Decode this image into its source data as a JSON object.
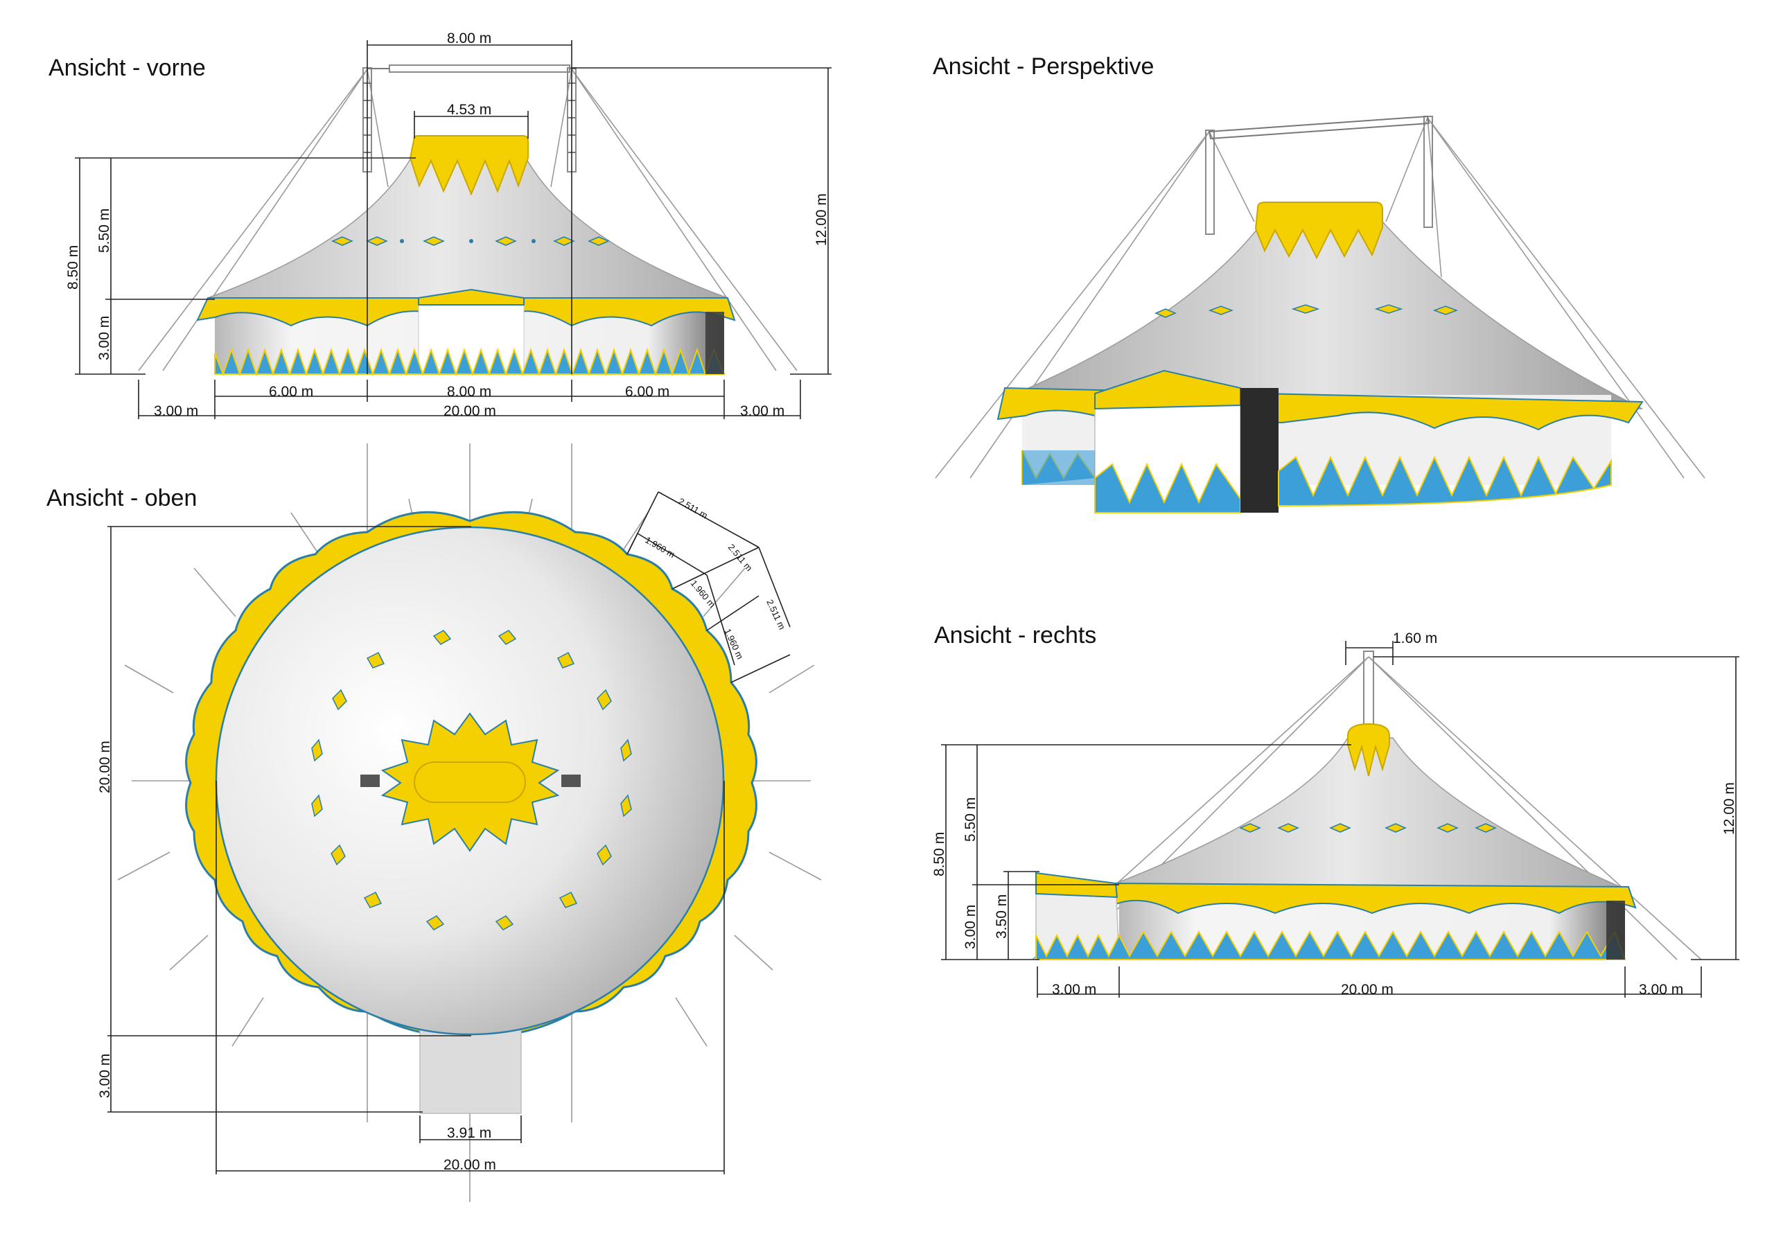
{
  "views": {
    "front": {
      "title": "Ansicht - vorne"
    },
    "perspective": {
      "title": "Ansicht - Perspektive"
    },
    "top": {
      "title": "Ansicht - oben"
    },
    "right": {
      "title": "Ansicht - rechts"
    }
  },
  "dimensions": {
    "front": {
      "mast_spacing": "8.00 m",
      "top_width": "4.53 m",
      "total_height": "8.50 m",
      "roof_height": "5.50 m",
      "wall_height": "3.00 m",
      "mast_height": "12.00 m",
      "left_span": "6.00 m",
      "center_span": "8.00 m",
      "right_span": "6.00 m",
      "left_anchor": "3.00 m",
      "diameter": "20.00 m",
      "right_anchor": "3.00 m"
    },
    "top": {
      "height": "20.00 m",
      "entrance_depth": "3.00 m",
      "entrance_width": "3.91 m",
      "width": "20.00 m",
      "scallop_a": "2.511 m",
      "scallop_b": "2.511 m",
      "scallop_c": "2.511 m",
      "panel_a": "1.960 m",
      "panel_b": "1.960 m",
      "panel_c": "1.960 m"
    },
    "right": {
      "mast_width": "1.60 m",
      "total_height": "8.50 m",
      "roof_height": "5.50 m",
      "wall_height": "3.00 m",
      "entrance_height": "3.50 m",
      "mast_height": "12.00 m",
      "entrance_depth": "3.00 m",
      "diameter": "20.00 m",
      "anchor": "3.00 m"
    }
  },
  "colors": {
    "yellow": "#f4d000",
    "yellow_dark": "#c9a800",
    "blue": "#3d9fd8",
    "blue_dark": "#2a7fa8",
    "grey_light": "#ededed",
    "grey_mid": "#c4c4c4",
    "grey_dark": "#8d8d8d",
    "black": "#222222"
  }
}
